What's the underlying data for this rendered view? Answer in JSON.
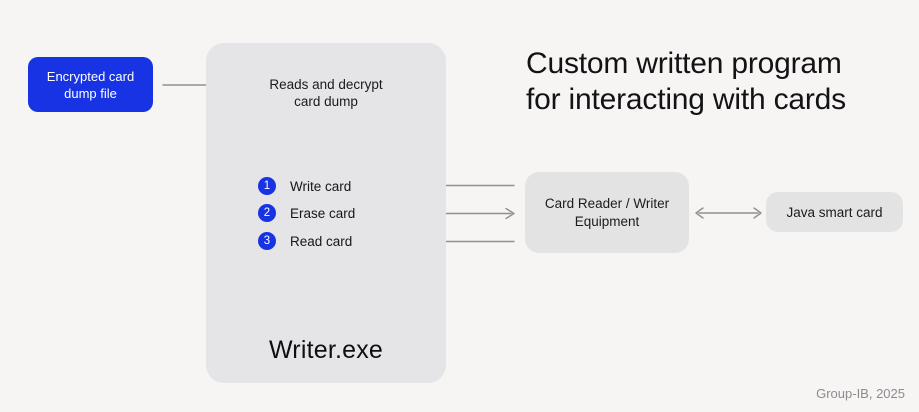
{
  "title": "Custom written program\nfor interacting with cards",
  "diagram": {
    "input_box": {
      "label": "Encrypted card\ndump file"
    },
    "writer_box": {
      "header": "Reads and decrypt\ncard dump",
      "steps": [
        {
          "num": "1",
          "label": "Write card"
        },
        {
          "num": "2",
          "label": "Erase card"
        },
        {
          "num": "3",
          "label": "Read card"
        }
      ],
      "name": "Writer.exe"
    },
    "equipment_box": {
      "label": "Card Reader / Writer\nEquipment"
    },
    "smartcard_box": {
      "label": "Java smart card"
    },
    "arrows": {
      "input_to_writer": "right",
      "decrypt_to_steps": "down",
      "equipment_to_write_card": "left",
      "erase_card_to_equipment": "right",
      "equipment_to_read_card": "left",
      "equipment_to_smartcard": "both"
    }
  },
  "footer": {
    "credit": "Group-IB, 2025"
  },
  "colors": {
    "accent_blue": "#1733e3",
    "panel_gray": "#e5e4e7",
    "chip_gray": "#e3e3e4",
    "arrow_gray": "#909090",
    "background": "#f6f5f3"
  }
}
